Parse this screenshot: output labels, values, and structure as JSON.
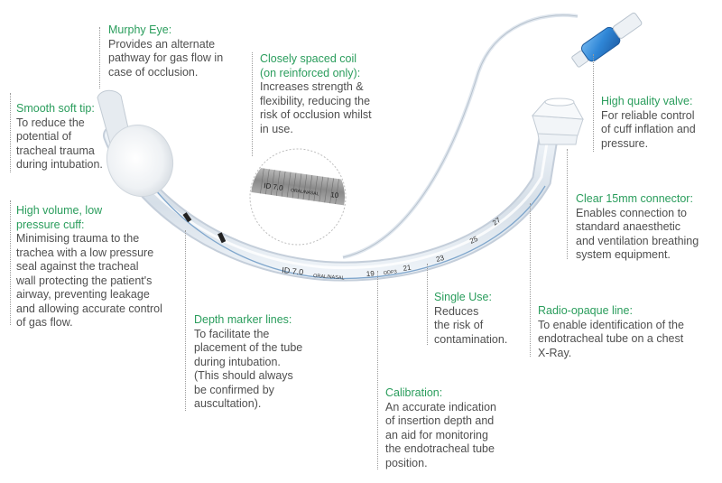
{
  "labels": {
    "murphy_eye": {
      "title": "Murphy Eye:",
      "desc": [
        "Provides an alternate",
        "pathway for gas flow in",
        "case of occlusion."
      ]
    },
    "coil": {
      "title": [
        "Closely spaced coil",
        "(on reinforced only):"
      ],
      "desc": [
        "Increases strength &",
        "flexibility, reducing the",
        "risk of occlusion whilst",
        "in use."
      ]
    },
    "tip": {
      "title": "Smooth soft tip:",
      "desc": [
        "To reduce the",
        "potential of",
        "tracheal trauma",
        "during intubation."
      ]
    },
    "cuff": {
      "title": [
        "High volume, low",
        "pressure cuff:"
      ],
      "desc": [
        "Minimising trauma to the",
        "trachea with a low pressure",
        "seal against the tracheal",
        "wall protecting the patient's",
        "airway, preventing leakage",
        "and allowing accurate control",
        "of gas flow."
      ]
    },
    "depth": {
      "title": "Depth marker lines:",
      "desc": [
        "To facilitate the",
        "placement of the tube",
        "during intubation.",
        "(This should always",
        "be confirmed by",
        "auscultation)."
      ]
    },
    "calibration": {
      "title": "Calibration:",
      "desc": [
        "An accurate indication",
        "of insertion depth and",
        "an aid for monitoring",
        "the endotracheal tube",
        "position."
      ]
    },
    "single_use": {
      "title": "Single Use:",
      "desc": [
        "Reduces",
        "the risk of",
        "contamination."
      ]
    },
    "radio": {
      "title": "Radio-opaque line:",
      "desc": [
        "To enable identification of the",
        "endotracheal tube on a chest",
        "X-Ray."
      ]
    },
    "valve": {
      "title": "High quality valve:",
      "desc": [
        "For reliable control",
        "of cuff inflation and",
        "pressure."
      ]
    },
    "connector": {
      "title": "Clear 15mm connector:",
      "desc": [
        "Enables connection to",
        "standard anaesthetic",
        "and ventilation breathing",
        "system equipment."
      ]
    }
  },
  "tube_markings": {
    "id": "ID 7.0",
    "oral_nasal": "ORAL/NASAL",
    "odp": "ODP3",
    "depths": [
      "19",
      "21",
      "23",
      "25",
      "27"
    ],
    "coil_id": "ID 7.0",
    "coil_text": "ORAL/NASAL",
    "coil_depth": "10"
  },
  "colors": {
    "title": "#2a9d5c",
    "text": "#4f4f4f",
    "pilot_balloon": "#2f86d6"
  }
}
